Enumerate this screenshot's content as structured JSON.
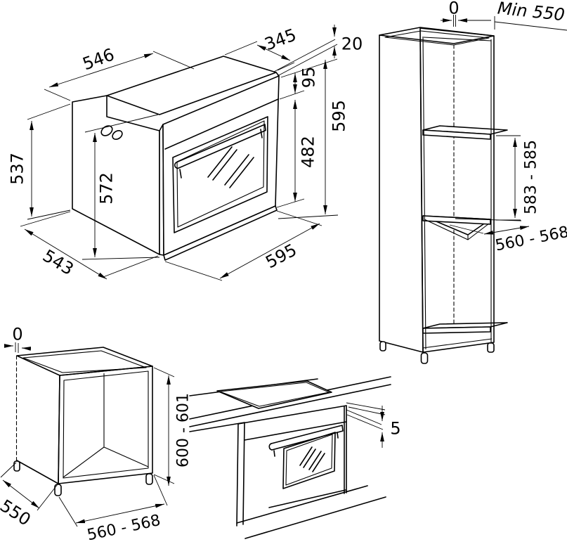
{
  "figure": {
    "type": "appliance installation drawing",
    "background": "#ffffff",
    "line_color": "#000000"
  },
  "oven_isometric": {
    "description": "built-in oven isometric view with outer dimensions (mm)",
    "dims": {
      "top_width": "546",
      "top_depth": "345",
      "fascia_proud": "20",
      "control_panel_height": "95",
      "door_height": "482",
      "front_height": "595",
      "chassis_height": "537",
      "body_height": "572",
      "chassis_depth": "543",
      "front_width": "595"
    }
  },
  "tall_cabinet": {
    "description": "tall housing column with oven niche",
    "dims": {
      "back_gap": "0",
      "min_clearance": "Min 550",
      "niche_height": "583 - 585",
      "niche_depth": "560 - 568"
    }
  },
  "base_cabinet": {
    "description": "under-worktop housing cabinet",
    "dims": {
      "back_gap": "0",
      "cabinet_height": "600 - 601",
      "side_depth": "550",
      "niche_width": "560 - 568"
    }
  },
  "under_counter": {
    "description": "oven installed under worktop with hob",
    "dims": {
      "top_gap": "5"
    }
  }
}
